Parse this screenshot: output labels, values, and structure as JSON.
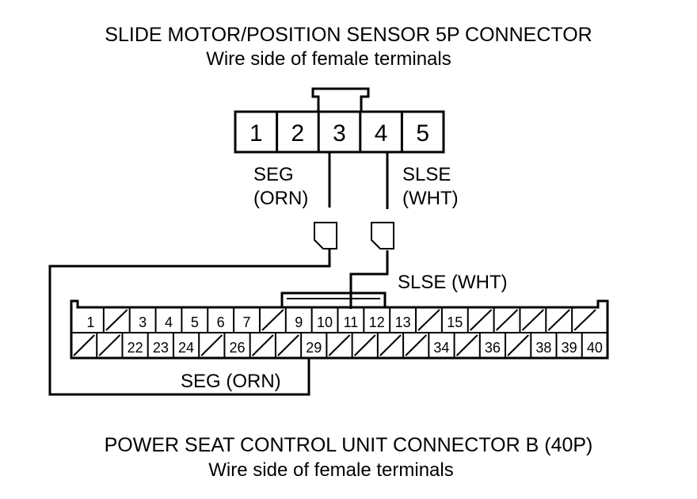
{
  "top_connector": {
    "title": "SLIDE MOTOR/POSITION SENSOR 5P CONNECTOR",
    "subtitle": "Wire side of female terminals",
    "pins": [
      "1",
      "2",
      "3",
      "4",
      "5"
    ]
  },
  "bottom_connector": {
    "title": "POWER SEAT CONTROL UNIT CONNECTOR B (40P)",
    "subtitle": "Wire side of female terminals",
    "row1": [
      "1",
      "/",
      "3",
      "4",
      "5",
      "6",
      "7",
      "/",
      "9",
      "10",
      "11",
      "12",
      "13",
      "/",
      "15",
      "/",
      "/",
      "/",
      "/",
      "/"
    ],
    "row2": [
      "/",
      "/",
      "22",
      "23",
      "24",
      "/",
      "26",
      "/",
      "/",
      "29",
      "/",
      "/",
      "/",
      "/",
      "34",
      "/",
      "36",
      "/",
      "38",
      "39",
      "40"
    ]
  },
  "wires": {
    "seg_top_name": "SEG",
    "seg_top_color": "(ORN)",
    "slse_top_name": "SLSE",
    "slse_top_color": "(WHT)",
    "slse_bottom": "SLSE (WHT)",
    "seg_bottom": "SEG (ORN)"
  },
  "colors": {
    "line": "#000000",
    "background": "#ffffff"
  }
}
